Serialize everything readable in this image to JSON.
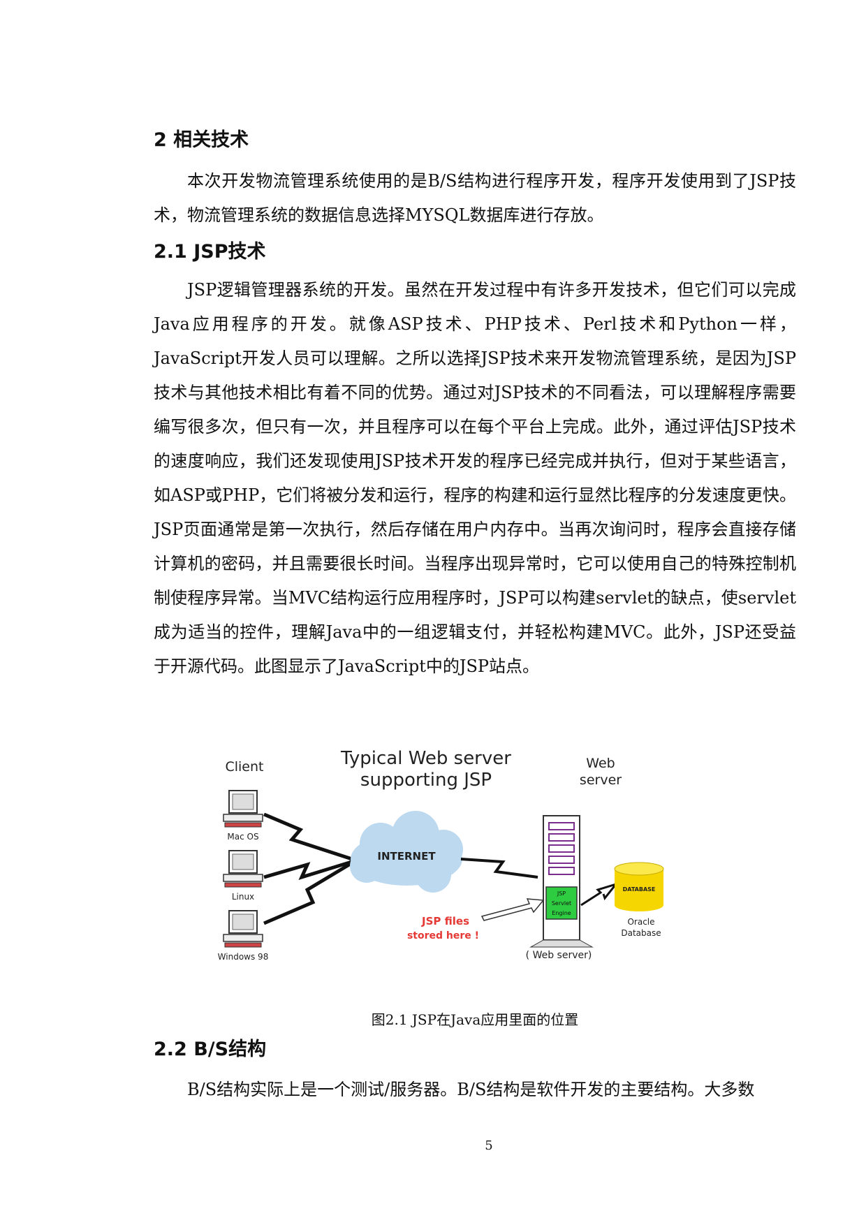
{
  "section2": {
    "heading": "2 相关技术",
    "intro": "本次开发物流管理系统使用的是B/S结构进行程序开发，程序开发使用到了JSP技术，物流管理系统的数据信息选择MYSQL数据库进行存放。"
  },
  "section2_1": {
    "heading": "2.1  JSP技术",
    "body": "JSP逻辑管理器系统的开发。虽然在开发过程中有许多开发技术，但它们可以完成Java应用程序的开发。就像ASP技术、PHP技术、Perl技术和Python一样，JavaScript开发人员可以理解。之所以选择JSP技术来开发物流管理系统，是因为JSP技术与其他技术相比有着不同的优势。通过对JSP技术的不同看法，可以理解程序需要编写很多次，但只有一次，并且程序可以在每个平台上完成。此外，通过评估JSP技术的速度响应，我们还发现使用JSP技术开发的程序已经完成并执行，但对于某些语言，如ASP或PHP，它们将被分发和运行，程序的构建和运行显然比程序的分发速度更快。JSP页面通常是第一次执行，然后存储在用户内存中。当再次询问时，程序会直接存储计算机的密码，并且需要很长时间。当程序出现异常时，它可以使用自己的特殊控制机制使程序异常。当MVC结构运行应用程序时，JSP可以构建servlet的缺点，使servlet成为适当的控件，理解Java中的一组逻辑支付，并轻松构建MVC。此外，JSP还受益于开源代码。此图显示了JavaScript中的JSP站点。"
  },
  "figure": {
    "title_line1": "Typical Web server",
    "title_line2": "supporting JSP",
    "client_label": "Client",
    "web_server_line1": "Web",
    "web_server_line2": "server",
    "client_os": [
      "Mac OS",
      "Linux",
      "Windows 98"
    ],
    "internet_label": "INTERNET",
    "jsp_engine_line1": "JSP",
    "jsp_engine_line2": "Servlet",
    "jsp_engine_line3": "Engine",
    "database_label": "DATABASE",
    "oracle_line1": "Oracle",
    "oracle_line2": "Database",
    "jsp_files_line1": "JSP files",
    "jsp_files_line2": "stored here !",
    "web_server_caption": "( Web server)",
    "caption": "图2.1 JSP在Java应用里面的位置"
  },
  "section2_2": {
    "heading": "2.2 B/S结构",
    "body": "B/S结构实际上是一个测试/服务器。B/S结构是软件开发的主要结构。大多数"
  },
  "page_number": "5"
}
